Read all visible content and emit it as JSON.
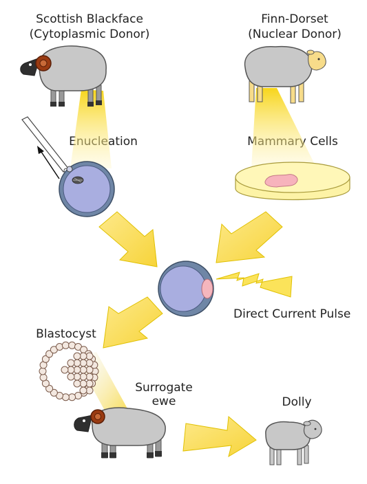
{
  "labels": {
    "donor1_name": "Scottish Blackface",
    "donor1_role": "(Cytoplasmic Donor)",
    "donor2_name": "Finn-Dorset",
    "donor2_role": "(Nuclear Donor)",
    "enucleation": "Enucleation",
    "mammary_cells": "Mammary Cells",
    "pulse": "Direct Current Pulse",
    "blastocyst": "Blastocyst",
    "surrogate_line1": "Surrogate",
    "surrogate_line2": "ewe",
    "dolly": "Dolly"
  },
  "colors": {
    "arrow_fill": "#fbe35a",
    "arrow_stroke": "#e0c000",
    "wool": "#c8c8c8",
    "cell_membrane": "#6f86a6",
    "cytoplasm": "#a9aee0",
    "nucleus_pink": "#f5b6bd",
    "petri_fill": "#fdf3a6",
    "mammary_tissue": "#f7b3bc",
    "blackface_horn": "#9a3b12",
    "finn_face": "#f7dc8a",
    "ewe_face": "#2f2f2f",
    "bead": "#f3e8e0"
  }
}
